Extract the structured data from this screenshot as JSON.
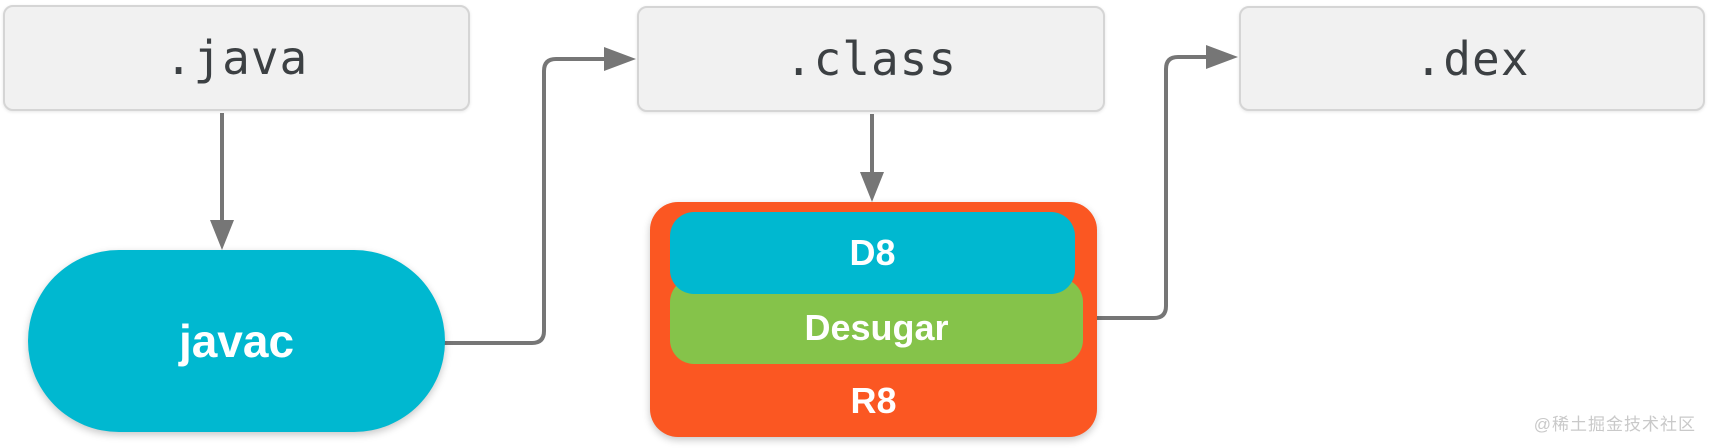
{
  "nodes": {
    "java": {
      "label": ".java"
    },
    "class": {
      "label": ".class"
    },
    "dex": {
      "label": ".dex"
    },
    "javac": {
      "label": "javac"
    },
    "d8": {
      "label": "D8"
    },
    "desugar": {
      "label": "Desugar"
    },
    "r8": {
      "label": "R8"
    }
  },
  "edges": [
    {
      "from": ".java",
      "to": "javac"
    },
    {
      "from": "javac",
      "to": ".class"
    },
    {
      "from": ".class",
      "to": "D8"
    },
    {
      "from": "R8",
      "to": ".dex"
    }
  ],
  "colors": {
    "cyan": "#00b8d0",
    "green": "#85c34a",
    "orange": "#fb5722",
    "file_box_fill": "#f1f1f1",
    "file_box_border": "#d5d5d5",
    "file_box_text": "#3c4043",
    "arrow": "#767676",
    "node_text": "#ffffff",
    "watermark_text": "#c9c9c9"
  },
  "watermark": {
    "label": "@稀土掘金技术社区"
  }
}
